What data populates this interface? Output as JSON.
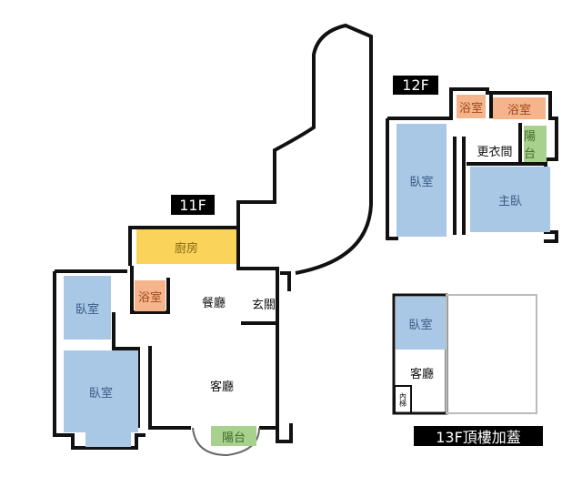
{
  "floor_11f": {
    "label": "11F",
    "rooms": {
      "kitchen": "廚房",
      "bedroom_top": "臥室",
      "bathroom": "浴室",
      "dining": "餐廳",
      "entrance": "玄關",
      "bedroom_bottom": "臥室",
      "living": "客廳",
      "balcony": "陽台"
    }
  },
  "floor_12f": {
    "label": "12F",
    "rooms": {
      "bathroom_left": "浴室",
      "bathroom_right": "浴室",
      "bedroom": "臥室",
      "closet": "更衣間",
      "balcony": "陽台",
      "master_bedroom": "主臥"
    }
  },
  "floor_13f": {
    "label": "13F頂樓加蓋",
    "rooms": {
      "bedroom": "臥室",
      "living": "客廳",
      "stairs": "內梯"
    }
  }
}
